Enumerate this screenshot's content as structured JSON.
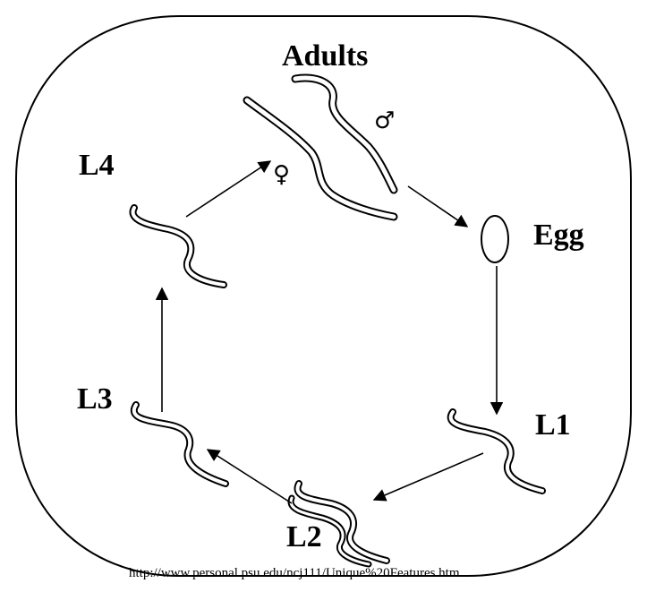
{
  "diagram": {
    "stages": {
      "adults": "Adults",
      "egg": "Egg",
      "l1": "L1",
      "l2": "L2",
      "l3": "L3",
      "l4": "L4"
    },
    "symbols": {
      "male": "♂",
      "female": "♀"
    },
    "source_url": "http://www.personal.psu.edu/ncj111/Unique%20Features.htm"
  }
}
